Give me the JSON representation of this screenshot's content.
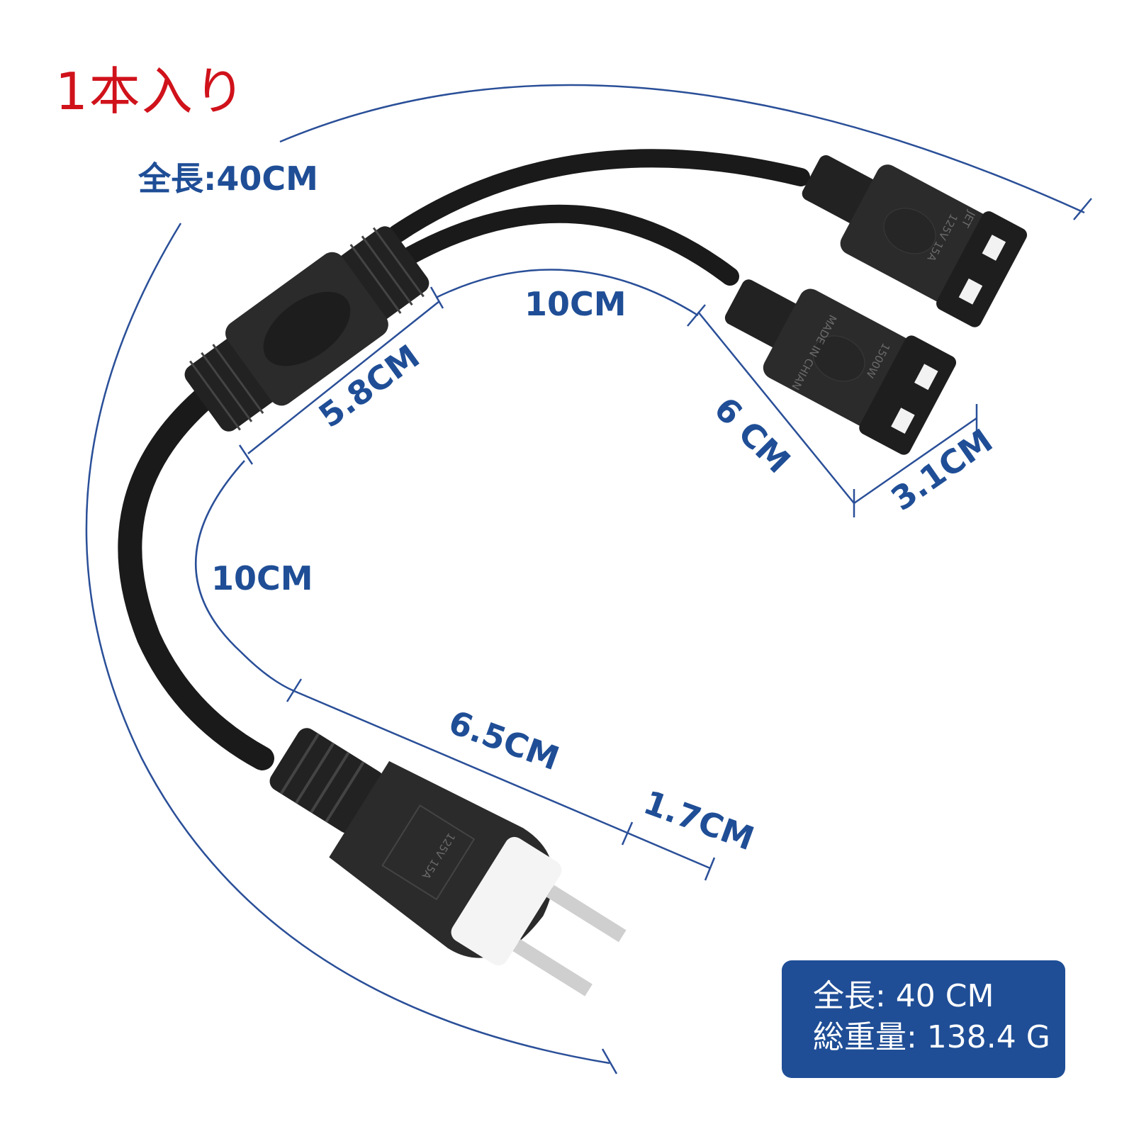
{
  "title": "1本入り",
  "total_length_label": "全長:40CM",
  "dimensions": {
    "branch_top": "10CM",
    "splitter": "5.8CM",
    "socket_length": "6 CM",
    "socket_width": "3.1CM",
    "main_cable": "10CM",
    "plug_length": "6.5CM",
    "prong_length": "1.7CM"
  },
  "connector_markings": {
    "socket_top_rating": "125V 15A",
    "socket_top_mark": "JET",
    "socket_bottom_origin": "MADE IN CHIAN",
    "socket_bottom_power": "1500W",
    "plug_rating": "125V 15A"
  },
  "info_box": {
    "length": "全長: 40 CM",
    "weight": "総重量: 138.4 G"
  },
  "colors": {
    "accent_blue": "#1f4e96",
    "title_red": "#d0121b",
    "cable": "#1a1a1a"
  }
}
